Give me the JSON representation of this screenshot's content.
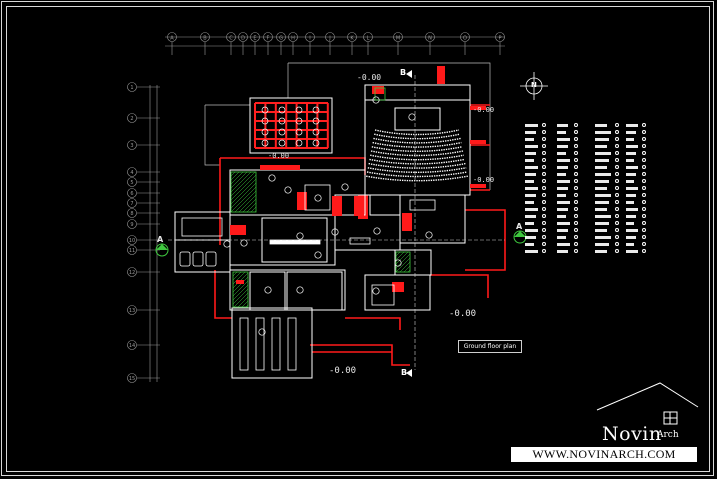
{
  "plan": {
    "title": "Ground floor plan",
    "levels": [
      "-0.00",
      "-0.00",
      "-0.00",
      "-0.00",
      "-0.00",
      "-0.00"
    ],
    "section_label_a": "A",
    "section_label_b": "B",
    "north_label": "N"
  },
  "brand": {
    "name": "Novin",
    "suffix": "Arch",
    "url": "WWW.NOVINARCH.COM"
  },
  "grid": {
    "columns": [
      "A",
      "B",
      "C",
      "D",
      "E",
      "F",
      "G",
      "H",
      "I",
      "J",
      "K",
      "L",
      "M",
      "N",
      "O",
      "P",
      "Q",
      "R"
    ],
    "rows": [
      "1",
      "2",
      "3",
      "4",
      "5",
      "6",
      "7",
      "8",
      "9",
      "10",
      "11",
      "12",
      "13",
      "14",
      "15"
    ]
  },
  "colors": {
    "background": "#000000",
    "wall": "#ffffff",
    "accent_red": "#ff1a1a",
    "hatch_green": "#3ec83e",
    "frame": "#d8d8d8"
  }
}
